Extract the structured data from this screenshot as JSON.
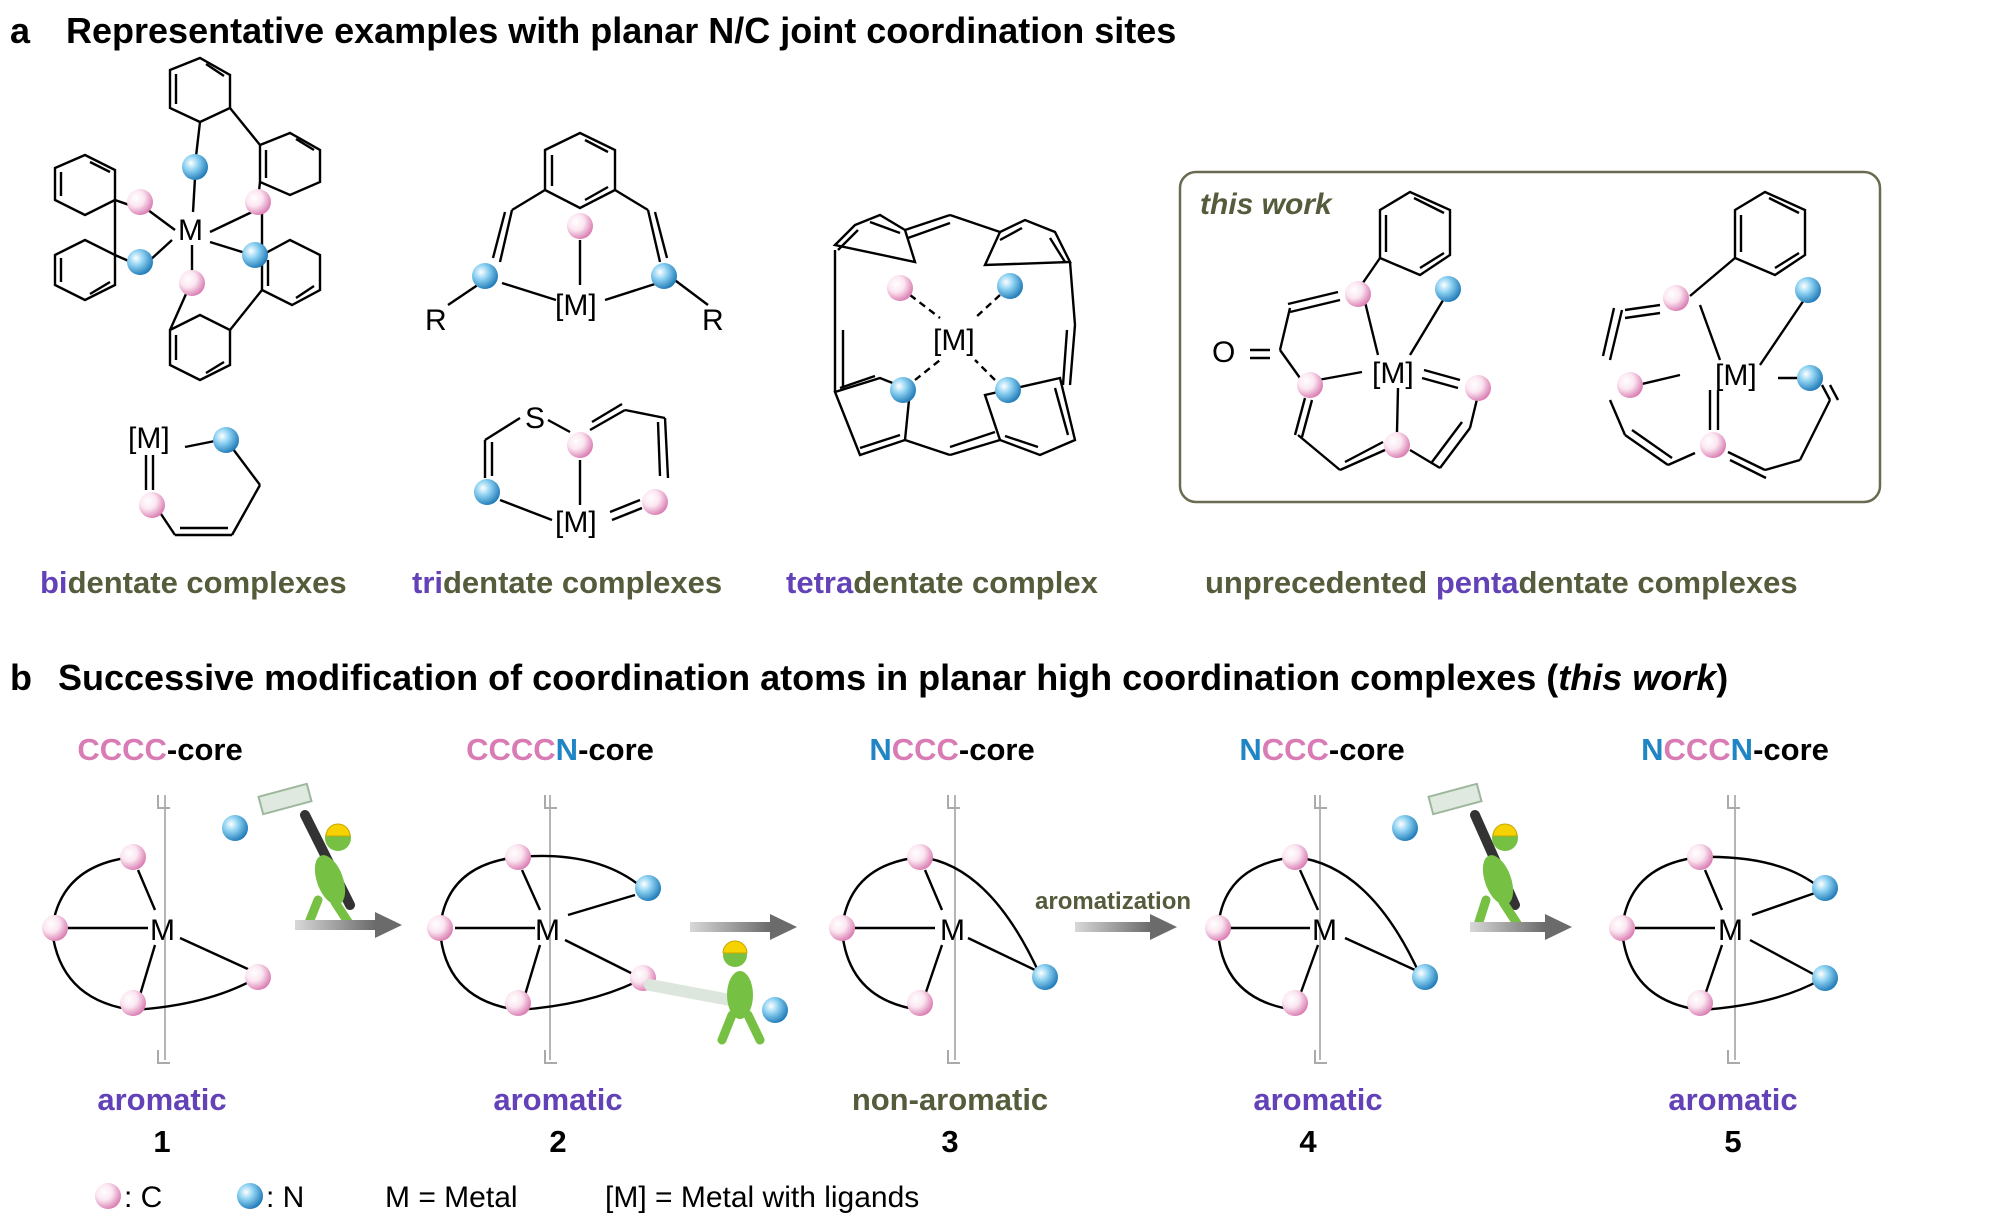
{
  "panel_a": {
    "letter": "a",
    "title": "Representative examples with planar N/C joint coordination sites",
    "box_label": "this work",
    "metal_M": "M",
    "metal_LM": "[M]",
    "R": "R",
    "S": "S",
    "O": "O",
    "captions": {
      "bi_prefix": "bi",
      "bi_rest": "dentate complexes",
      "tri_prefix": "tri",
      "tri_rest": "dentate complexes",
      "tetra_prefix": "tetra",
      "tetra_rest": "dentate complex",
      "penta_start": "unprecedented ",
      "penta_prefix": "penta",
      "penta_rest": "dentate complexes"
    }
  },
  "panel_b": {
    "letter": "b",
    "title_main": "Successive modification of coordination atoms in planar high coordination complexes (",
    "title_italic": "this work",
    "title_end": ")",
    "arrow_label": "aromatization",
    "metal": "M",
    "core_suffix": "-core",
    "cores": [
      {
        "seq": [
          "C",
          "C",
          "C",
          "C"
        ]
      },
      {
        "seq": [
          "C",
          "C",
          "C",
          "C",
          "N"
        ]
      },
      {
        "seq": [
          "N",
          "C",
          "C",
          "C"
        ]
      },
      {
        "seq": [
          "N",
          "C",
          "C",
          "C"
        ]
      },
      {
        "seq": [
          "N",
          "C",
          "C",
          "C",
          "N"
        ]
      }
    ],
    "states": [
      "aromatic",
      "aromatic",
      "non-aromatic",
      "aromatic",
      "aromatic"
    ],
    "numbers": [
      "1",
      "2",
      "3",
      "4",
      "5"
    ]
  },
  "legend": {
    "c_label": ": C",
    "n_label": ": N",
    "m_def": "M = Metal",
    "lm_def": "[M] = Metal with ligands"
  },
  "colors": {
    "carbon_pink": "#d97bb5",
    "nitrogen_blue": "#1f85c4",
    "aromatic_purple": "#6342b8",
    "olive_text": "#545c3c",
    "box_border": "#6b6b52"
  }
}
